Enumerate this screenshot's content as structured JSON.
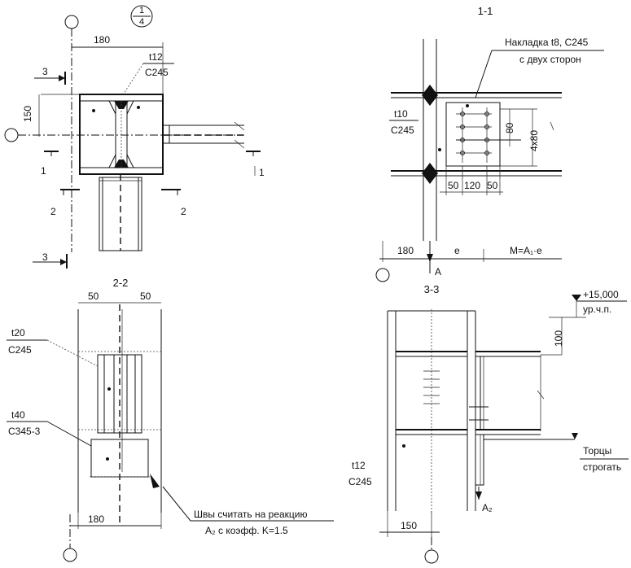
{
  "views": {
    "plan": {
      "callout_top": "1",
      "callout_bottom": "4",
      "dim_width": "180",
      "dim_height": "150",
      "plate_thickness": "t12",
      "plate_steel": "C245",
      "section_3": "3",
      "section_1": "1",
      "section_2": "2"
    },
    "section_1_1": {
      "title": "1-1",
      "overlay_label": "Накладка t8, C245",
      "overlay_note": "с двух сторон",
      "plate_thickness": "t10",
      "plate_steel": "C245",
      "dim_80": "80",
      "dim_4x80": "4x80",
      "dim_50a": "50",
      "dim_120": "120",
      "dim_50b": "50",
      "dim_180": "180",
      "dim_e": "e",
      "moment": "M=A₁·e",
      "reaction": "A"
    },
    "section_2_2": {
      "title": "2-2",
      "dim_50a": "50",
      "dim_50b": "50",
      "plate1_thickness": "t20",
      "plate1_steel": "C245",
      "plate2_thickness": "t40",
      "plate2_steel": "C345-3",
      "dim_180": "180",
      "weld_note_line1": "Швы считать на реакцию",
      "weld_note_line2": "A₂ с коэфф. K=1.5"
    },
    "section_3_3": {
      "title": "3-3",
      "elevation": "+15,000",
      "elevation_label": "ур.ч.п.",
      "dim_100": "100",
      "ends_label1": "Торцы",
      "ends_label2": "строгать",
      "plate_thickness": "t12",
      "plate_steel": "C245",
      "dim_150": "150",
      "reaction": "A₂"
    }
  }
}
